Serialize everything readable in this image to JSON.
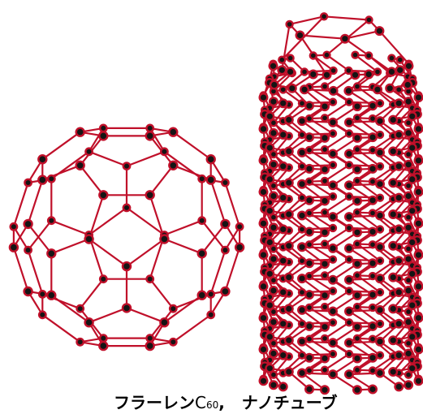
{
  "caption": {
    "part1": "フラーレン",
    "formula": "C",
    "subscript": "60",
    "separator": ",",
    "part2": "ナノチューブ"
  },
  "colors": {
    "bond": "#c0102a",
    "atom": "#151515"
  }
}
